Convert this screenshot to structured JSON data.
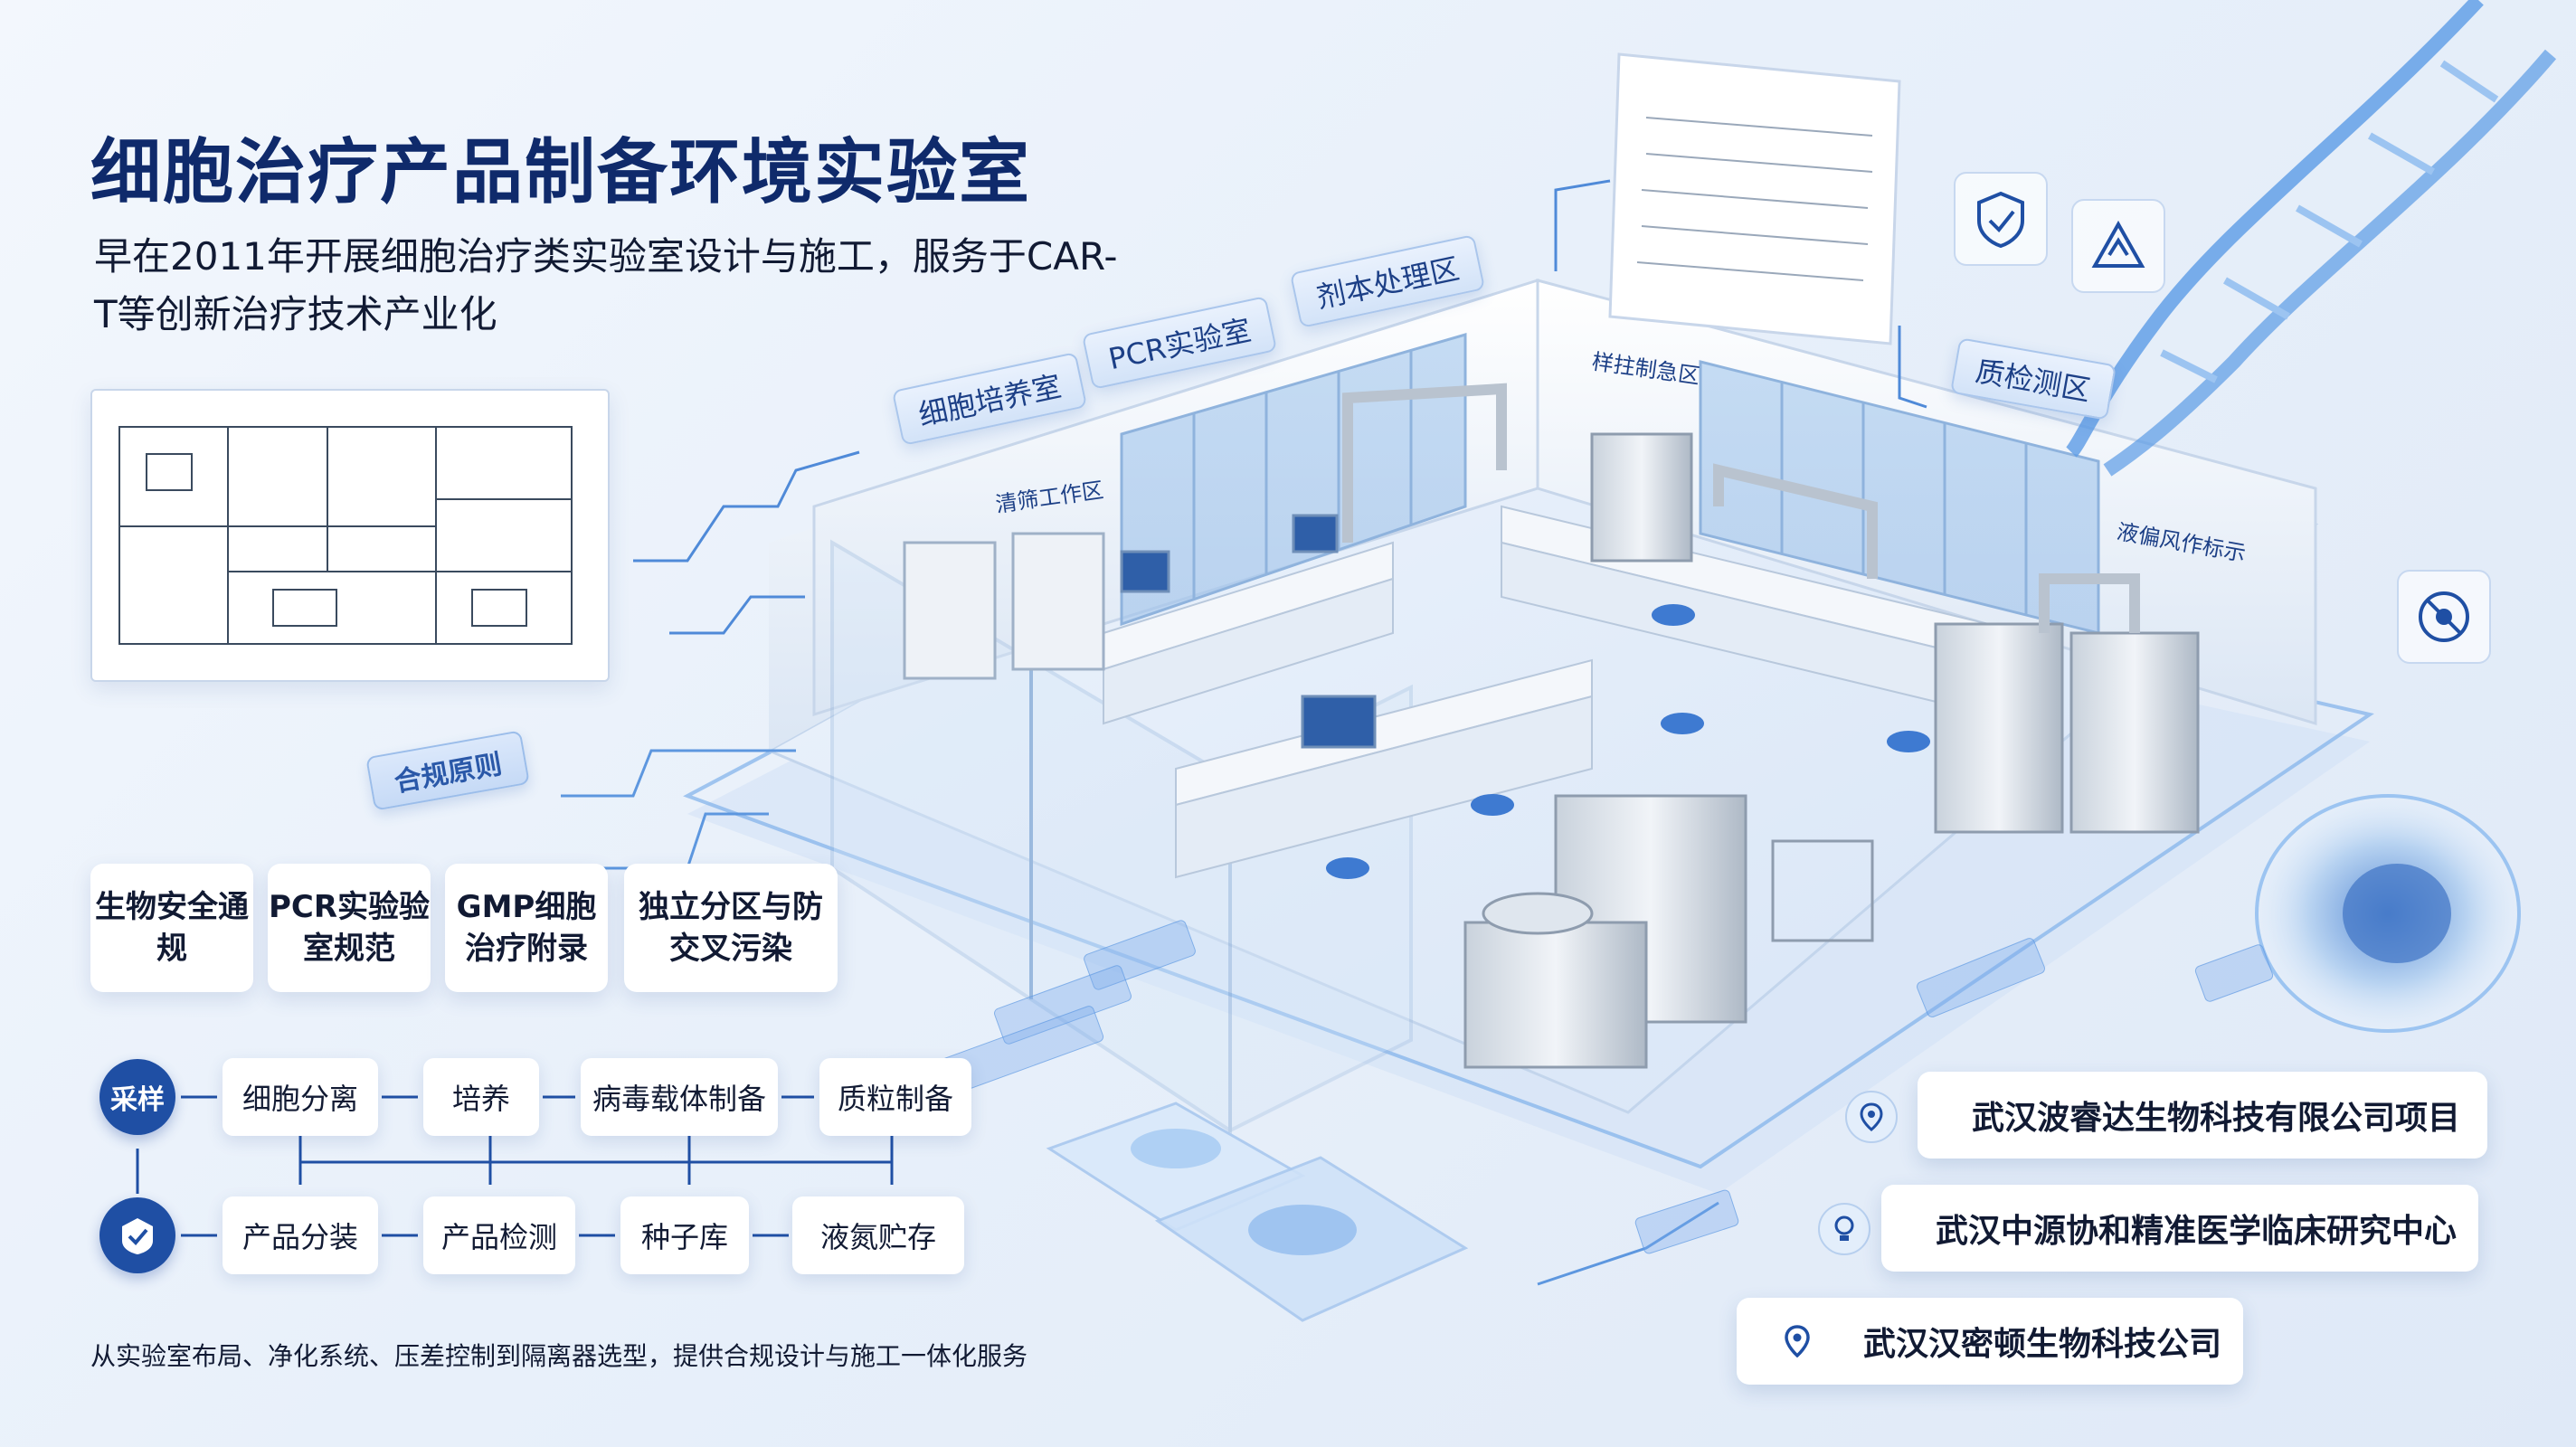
{
  "title": "细胞治疗产品制备环境实验室",
  "subtitle": "早在2011年开展细胞治疗类实验室设计与施工，服务于CAR-T等创新治疗技术产业化",
  "compliance": {
    "tag": "合规原则",
    "rules": [
      "生物安全通规",
      "PCR实验验室规范",
      "GMP细胞治疗附录",
      "独立分区与防交叉污染"
    ]
  },
  "flow": {
    "start": "采样",
    "row1": [
      "细胞分离",
      "培养",
      "病毒载体制备",
      "质粒制备"
    ],
    "row2": [
      "产品分装",
      "产品检测",
      "种子库",
      "液氮贮存"
    ]
  },
  "footer_note": "从实验室布局、净化系统、压差控制到隔离器选型，提供合规设计与施工一体化服务",
  "zones": {
    "cell_culture": "细胞培养室",
    "pcr": "PCR实验室",
    "reagent": "剂本处理区",
    "sample": "样拄制急区",
    "qc": "质检测区",
    "clean_work": "清筛工作区",
    "liquid": "液偏风作标示"
  },
  "projects": [
    "武汉波睿达生物科技有限公司项目",
    "武汉中源协和精准医学临床研究中心",
    "武汉汉密顿生物科技公司"
  ],
  "colors": {
    "accent": "#1f4fa4",
    "title": "#0f2a6b"
  }
}
